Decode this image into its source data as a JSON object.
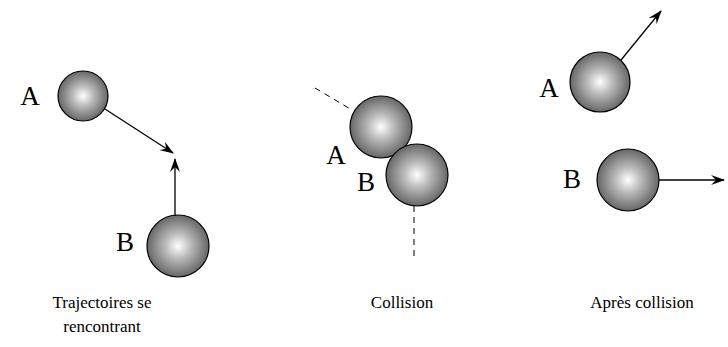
{
  "diagram": {
    "labels": [
      "A",
      "B",
      "Trajectoires se rencontrant",
      "A",
      "B",
      "Collision",
      "A",
      "B",
      "Après collision"
    ]
  }
}
